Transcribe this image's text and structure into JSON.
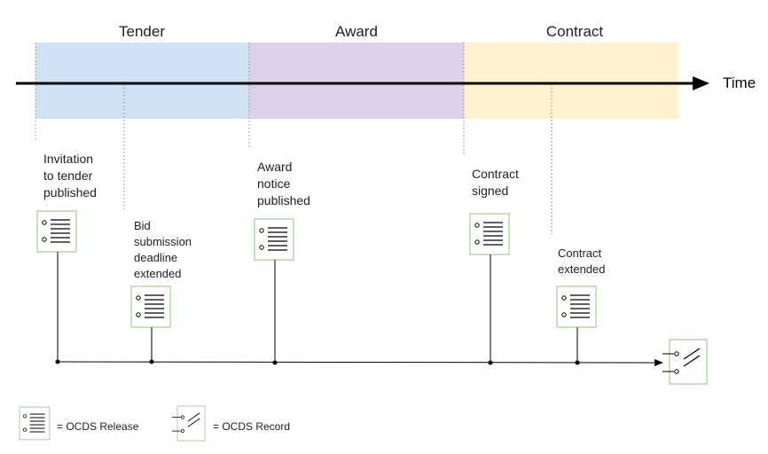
{
  "phases": [
    {
      "label": "Tender",
      "color": "#cfe2f3"
    },
    {
      "label": "Award",
      "color": "#d9d2e9"
    },
    {
      "label": "Contract",
      "color": "#fff2cc"
    }
  ],
  "timeline": {
    "label": "Time"
  },
  "events": [
    {
      "lines": [
        "Invitation",
        "to tender",
        "published"
      ]
    },
    {
      "lines": [
        "Bid",
        "submission",
        "deadline",
        "extended"
      ]
    },
    {
      "lines": [
        "Award",
        "notice",
        "published"
      ]
    },
    {
      "lines": [
        "Contract",
        "signed"
      ]
    },
    {
      "lines": [
        "Contract",
        "extended"
      ]
    }
  ],
  "legend": {
    "release": "= OCDS Release",
    "record": "= OCDS Record"
  },
  "colors": {
    "icon_border": "#b6d7a8",
    "line": "#000000"
  }
}
